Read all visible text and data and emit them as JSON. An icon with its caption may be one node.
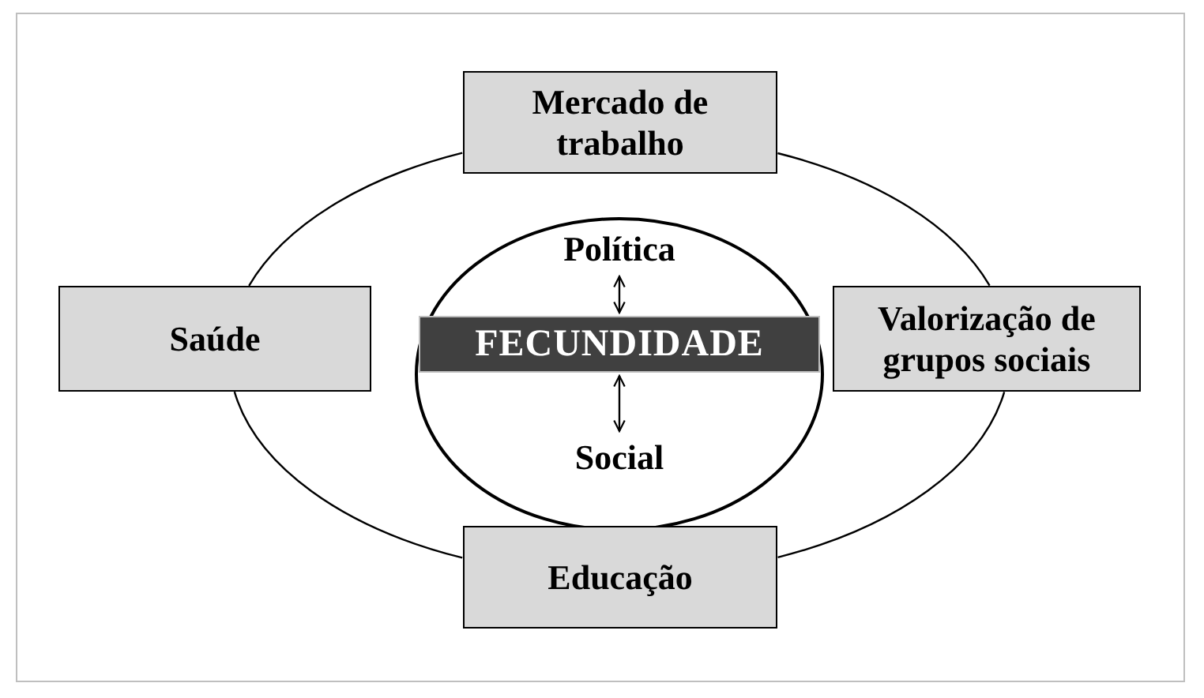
{
  "diagram": {
    "nodes": [
      {
        "text": [
          "Mercado de trabalho"
        ]
      },
      {
        "text": [
          "Saúde"
        ]
      },
      {
        "text": [],
        "shape": "ellipse"
      },
      {
        "text": [
          "Política"
        ],
        "in": 2
      },
      {
        "text": [
          "FECUNDIDADE"
        ],
        "in": 2
      },
      {
        "text": [
          "Social"
        ],
        "in": 2
      },
      {
        "text": [
          "Valorização de grupos sociais"
        ]
      },
      {
        "text": [
          "Educação"
        ]
      }
    ],
    "edges": [
      {
        "from": 0,
        "to": 6,
        "arrow": "none"
      },
      {
        "from": 6,
        "to": 7,
        "arrow": "none"
      },
      {
        "from": 7,
        "to": 1,
        "arrow": "none"
      },
      {
        "from": 1,
        "to": 0,
        "arrow": "none"
      },
      {
        "from": 3,
        "to": 4,
        "arrow": "both"
      },
      {
        "from": 4,
        "to": 5,
        "arrow": "both"
      }
    ]
  }
}
